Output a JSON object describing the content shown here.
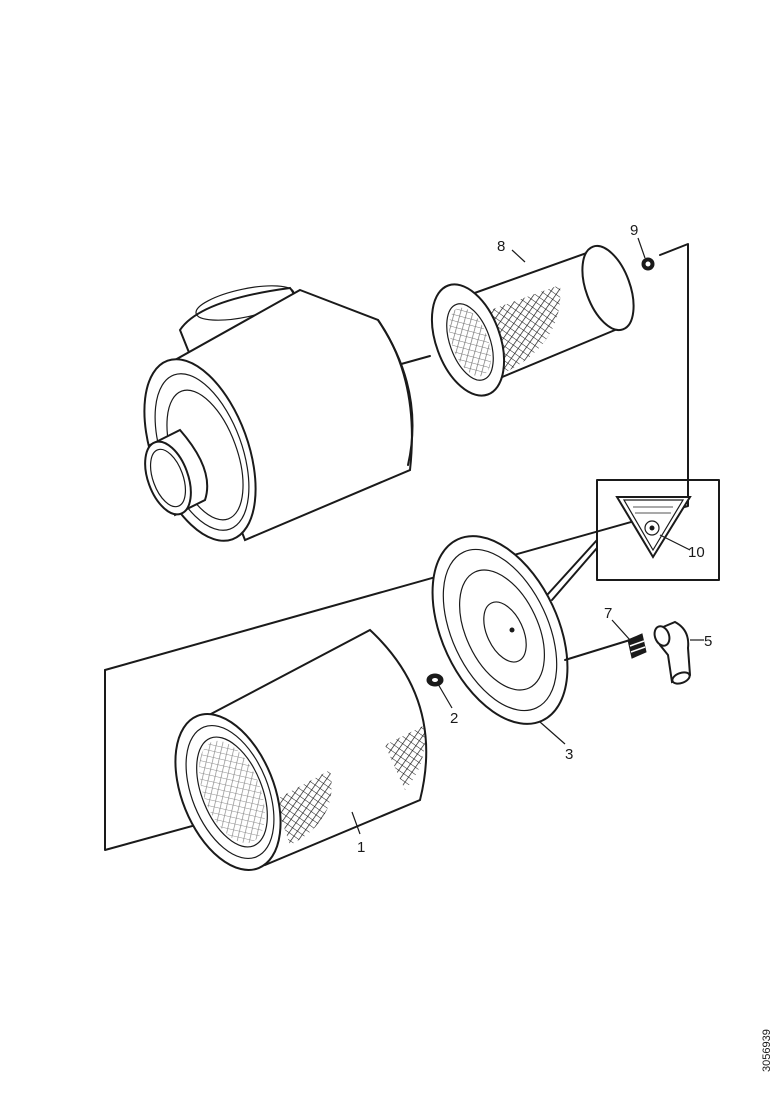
{
  "callouts": {
    "c1": "1",
    "c2": "2",
    "c3": "3",
    "c5": "5",
    "c7": "7",
    "c8": "8",
    "c9": "9",
    "c10": "10"
  },
  "document_number": "3056939"
}
